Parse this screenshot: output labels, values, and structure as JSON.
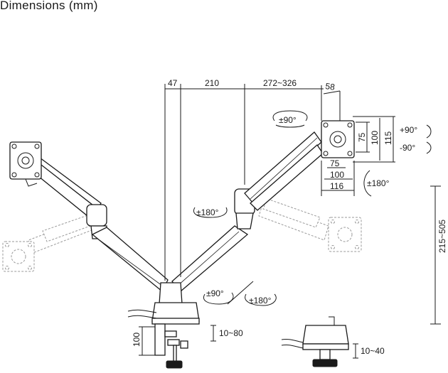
{
  "title": "Dimensions (mm)",
  "dimensions": {
    "d47": "47",
    "d210": "210",
    "d272": "272~326",
    "d58": "58",
    "d75v": "75",
    "d100v": "100",
    "d115v": "115",
    "d75h": "75",
    "d100h": "100",
    "d116h": "116",
    "d215": "215~505",
    "d100clamp": "100",
    "d1080": "10~80",
    "d1040": "10~40"
  },
  "rotations": {
    "tilt_up": "+90°",
    "tilt_down": "-90°",
    "swivel_top": "±90°",
    "rot180_right": "±180°",
    "rot180_mid": "±180°",
    "swivel_base": "±90°",
    "rot180_base": "±180°"
  }
}
